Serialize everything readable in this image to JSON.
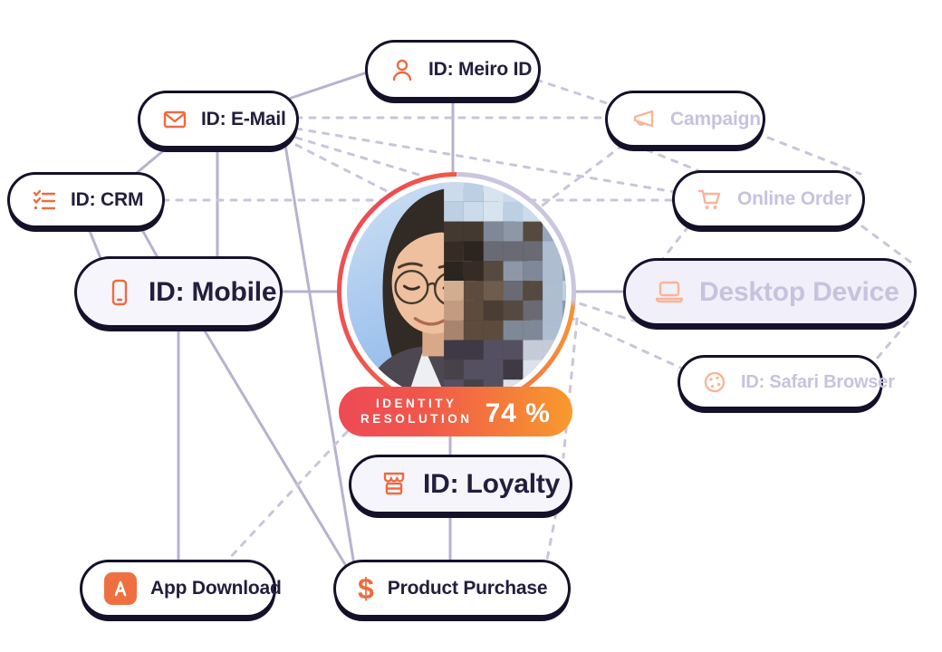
{
  "diagram_title": "Identity resolution diagram",
  "badge": {
    "line1": "IDENTITY",
    "line2": "RESOLUTION",
    "percent": "74 %"
  },
  "nodes": {
    "meiro_id": {
      "label": "ID: Meiro ID",
      "icon": "person-icon",
      "state": "active"
    },
    "email": {
      "label": "ID: E-Mail",
      "icon": "envelope-icon",
      "state": "active"
    },
    "crm": {
      "label": "ID: CRM",
      "icon": "checklist-icon",
      "state": "active"
    },
    "mobile": {
      "label": "ID: Mobile",
      "icon": "smartphone-icon",
      "state": "active"
    },
    "campaign": {
      "label": "Campaign",
      "icon": "megaphone-icon",
      "state": "faded"
    },
    "online_order": {
      "label": "Online Order",
      "icon": "cart-icon",
      "state": "faded"
    },
    "desktop_device": {
      "label": "Desktop Device",
      "icon": "laptop-icon",
      "state": "faded"
    },
    "safari_browser": {
      "label": "ID: Safari Browser",
      "icon": "cookie-icon",
      "state": "faded"
    },
    "loyalty": {
      "label": "ID: Loyalty",
      "icon": "storefront-icon",
      "state": "active"
    },
    "app_download": {
      "label": "App Download",
      "icon": "app-store-icon",
      "state": "active"
    },
    "product_purchase": {
      "label": "Product Purchase",
      "icon": "dollar-icon",
      "state": "active"
    }
  },
  "colors": {
    "accent_orange": "#ee6b3e",
    "faded_salmon": "#f8b597",
    "dark_navy": "#14112a",
    "faded_lavender_text": "#c7c2de",
    "line_solid": "#b7b2cf",
    "line_dashed": "#c9c5da",
    "badge_gradient_start": "#ee4a55",
    "badge_gradient_end": "#f89a2d"
  }
}
